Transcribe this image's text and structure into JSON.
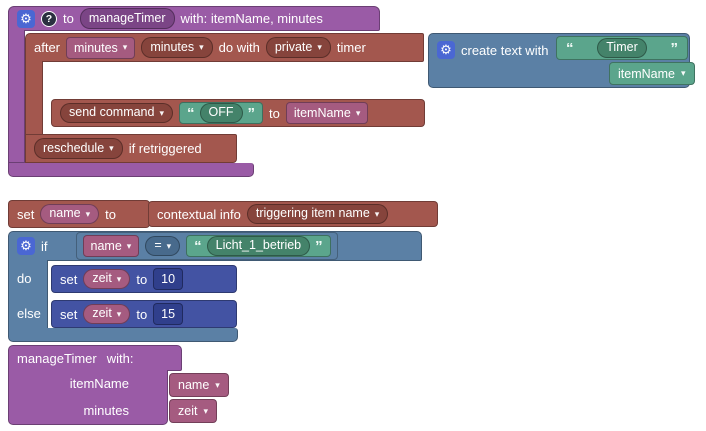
{
  "colors": {
    "canvas": "#ffffff",
    "purple": "#9a5ba6",
    "purple-dark": "#7b4586",
    "brick": "#a3574e",
    "brick-dark": "#86443c",
    "teal": "#5ba58c",
    "teal-dark": "#44836a",
    "blue": "#5b80a5",
    "blue-dark": "#486a8c",
    "navy": "#4353a3",
    "navy-dark": "#303f8c",
    "pink": "#a55b80",
    "pink-dark": "#8a4768",
    "icon-blue": "#4a67d3",
    "help-bg": "#2b3040"
  },
  "icons": {
    "gear": "⚙",
    "help": "?",
    "dropdown": "▾",
    "quote_open": "“",
    "quote_close": "”"
  },
  "procedure": {
    "to": "to",
    "name": "manageTimer",
    "params": "with: itemName, minutes",
    "timer": {
      "after": "after",
      "delay_var": "minutes",
      "units": "minutes",
      "do_with": "do with",
      "scope": "private",
      "timer_word": "timer",
      "create_text": {
        "label": "create text with",
        "text1": "Timer",
        "var2": "itemName"
      },
      "send": {
        "command_dropdown": "send command",
        "value": "OFF",
        "to": "to",
        "item_var": "itemName"
      },
      "reschedule": "reschedule",
      "if_retriggered": "if retriggered"
    }
  },
  "script": {
    "set_name": {
      "set": "set",
      "var": "name",
      "to": "to"
    },
    "context": {
      "label": "contextual info",
      "selection": "triggering item name"
    },
    "if": {
      "if": "if",
      "cond_var": "name",
      "operator": "=",
      "cond_text": "Licht_1_betrieb",
      "do": "do",
      "else": "else",
      "set_do": {
        "set": "set",
        "var": "zeit",
        "to": "to",
        "value": "10"
      },
      "set_else": {
        "set": "set",
        "var": "zeit",
        "to": "to",
        "value": "15"
      }
    },
    "call": {
      "name": "manageTimer",
      "with": "with:",
      "args": [
        {
          "label": "itemName",
          "value": "name"
        },
        {
          "label": "minutes",
          "value": "zeit"
        }
      ]
    }
  }
}
